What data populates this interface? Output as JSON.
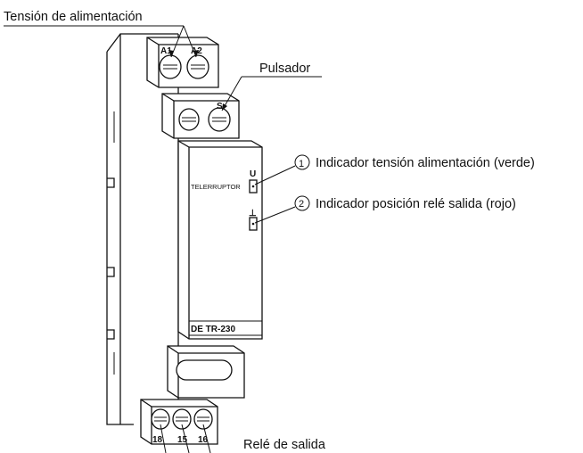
{
  "labels": {
    "supply_voltage": "Tensión de alimentación",
    "push_button": "Pulsador",
    "indicator_1": "Indicador tensión alimentación (verde)",
    "indicator_2": "Indicador posición relé salida (rojo)",
    "output_relay": "Relé de salida",
    "callout_1": "1",
    "callout_2": "2"
  },
  "device": {
    "type_text": "TELERRUPTOR",
    "model": "DE TR-230",
    "led_u_symbol": "U",
    "led_relay_symbol": "⊥"
  },
  "terminals": {
    "a1": "A1",
    "a2": "A2",
    "s": "S",
    "t18": "18",
    "t15": "15",
    "t16": "16"
  }
}
